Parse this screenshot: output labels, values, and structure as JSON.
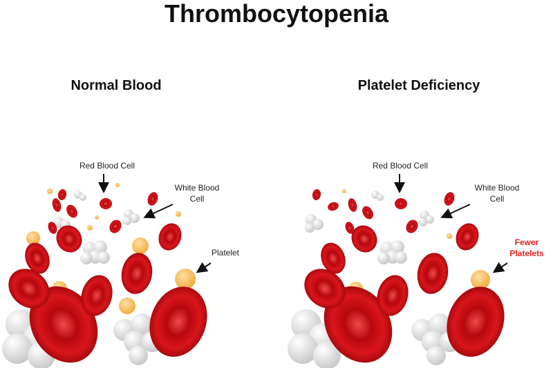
{
  "title": "Thrombocytopenia",
  "panels": [
    {
      "heading": "Normal Blood",
      "labels": {
        "red_cell": "Red Blood Cell",
        "white_cell": "White Blood Cell",
        "platelet": "Platelet"
      }
    },
    {
      "heading": "Platelet Deficiency",
      "labels": {
        "red_cell": "Red Blood Cell",
        "white_cell": "White Blood Cell",
        "platelet": "Fewer Platelets"
      }
    }
  ],
  "colors": {
    "red_cell": "#d3161c",
    "platelet": "#f5bb55",
    "white_cell": "#e6e6e6",
    "highlight_label": "#e02020"
  }
}
